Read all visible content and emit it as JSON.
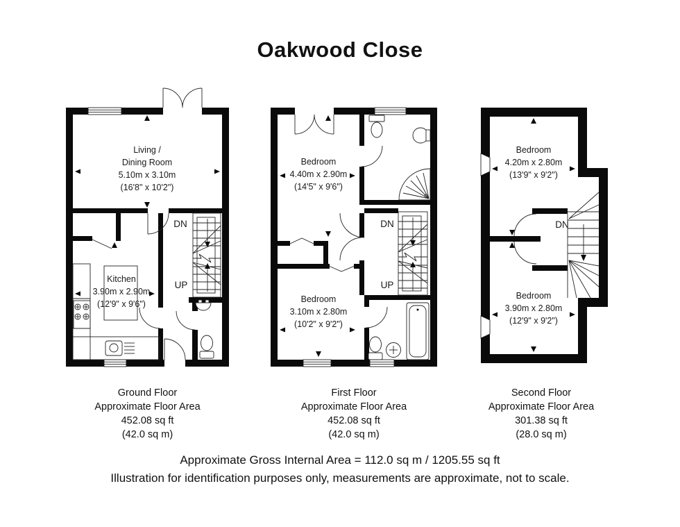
{
  "title": "Oakwood Close",
  "floors": [
    {
      "name": "Ground Floor",
      "rooms": [
        {
          "line1": "Living /",
          "line2": "Dining Room",
          "metric": "5.10m x 3.10m",
          "imperial": "(16'8\" x 10'2\")"
        },
        {
          "line1": "Kitchen",
          "metric": "3.90m x 2.90m",
          "imperial": "(12'9\" x 9'6\")"
        }
      ],
      "stair_labels": {
        "dn": "DN",
        "up": "UP"
      },
      "caption": {
        "title": "Ground Floor",
        "subtitle": "Approximate Floor Area",
        "sqft": "452.08 sq ft",
        "sqm": "(42.0 sq m)"
      }
    },
    {
      "name": "First Floor",
      "rooms": [
        {
          "line1": "Bedroom",
          "metric": "4.40m x 2.90m",
          "imperial": "(14'5\" x 9'6\")"
        },
        {
          "line1": "Bedroom",
          "metric": "3.10m x 2.80m",
          "imperial": "(10'2\" x 9'2\")"
        }
      ],
      "stair_labels": {
        "dn": "DN",
        "up": "UP"
      },
      "caption": {
        "title": "First Floor",
        "subtitle": "Approximate Floor Area",
        "sqft": "452.08 sq ft",
        "sqm": "(42.0 sq m)"
      }
    },
    {
      "name": "Second Floor",
      "rooms": [
        {
          "line1": "Bedroom",
          "metric": "4.20m x 2.80m",
          "imperial": "(13'9\" x 9'2\")"
        },
        {
          "line1": "Bedroom",
          "metric": "3.90m x 2.80m",
          "imperial": "(12'9\" x 9'2\")"
        }
      ],
      "stair_labels": {
        "dn": "DN"
      },
      "caption": {
        "title": "Second Floor",
        "subtitle": "Approximate Floor Area",
        "sqft": "301.38 sq ft",
        "sqm": "(28.0 sq m)"
      }
    }
  ],
  "footer": {
    "line1": "Approximate Gross Internal Area = 112.0 sq m / 1205.55 sq ft",
    "line2": "Illustration for identification purposes only, measurements are approximate, not to scale."
  }
}
